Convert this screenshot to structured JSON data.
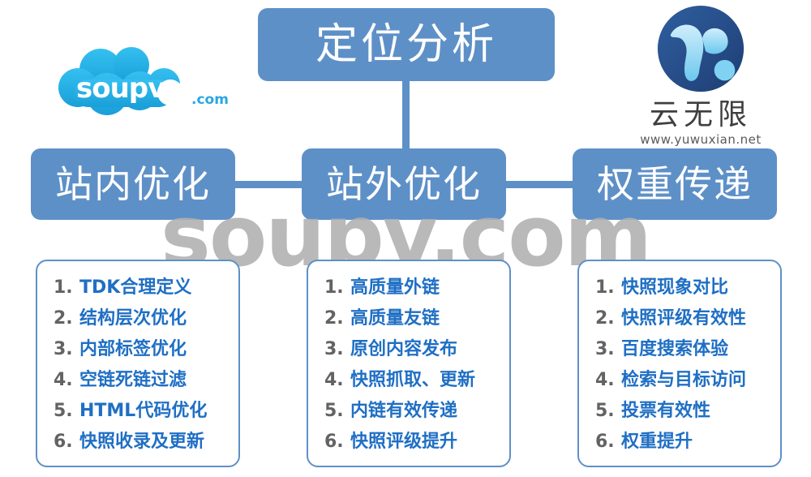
{
  "diagram": {
    "root": {
      "label": "定位分析"
    },
    "branches": [
      {
        "label": "站内优化"
      },
      {
        "label": "站外优化"
      },
      {
        "label": "权重传递"
      }
    ],
    "lists": [
      {
        "items": [
          {
            "num": "1.",
            "text": "TDK合理定义"
          },
          {
            "num": "2.",
            "text": "结构层次优化"
          },
          {
            "num": "3.",
            "text": "内部标签优化"
          },
          {
            "num": "4.",
            "text": "空链死链过滤"
          },
          {
            "num": "5.",
            "text": "HTML代码优化"
          },
          {
            "num": "6.",
            "text": "快照收录及更新"
          }
        ]
      },
      {
        "items": [
          {
            "num": "1.",
            "text": "高质量外链"
          },
          {
            "num": "2.",
            "text": "高质量友链"
          },
          {
            "num": "3.",
            "text": "原创内容发布"
          },
          {
            "num": "4.",
            "text": "快照抓取、更新"
          },
          {
            "num": "5.",
            "text": "内链有效传递"
          },
          {
            "num": "6.",
            "text": "快照评级提升"
          }
        ]
      },
      {
        "items": [
          {
            "num": "1.",
            "text": "快照现象对比"
          },
          {
            "num": "2.",
            "text": "快照评级有效性"
          },
          {
            "num": "3.",
            "text": "百度搜索体验"
          },
          {
            "num": "4.",
            "text": "检索与目标访问"
          },
          {
            "num": "5.",
            "text": "投票有效性"
          },
          {
            "num": "6.",
            "text": "权重提升"
          }
        ]
      }
    ]
  },
  "watermark": {
    "text": "soupv.com"
  },
  "logo_left": {
    "wordmark": "soupv",
    "suffix": ".com"
  },
  "logo_right": {
    "brand": "云无限",
    "url": "www.yuwuxian.net"
  },
  "colors": {
    "box_blue": "#5E90C8",
    "list_text_blue": "#1f6fc4",
    "list_num_gray": "#636363",
    "watermark_gray": "#b0b0b0",
    "logo_cloud_cyan": "#27b0e6",
    "logo_circle_navy": "#2c4f8c",
    "logo_y_light": "#8fd6f2"
  }
}
